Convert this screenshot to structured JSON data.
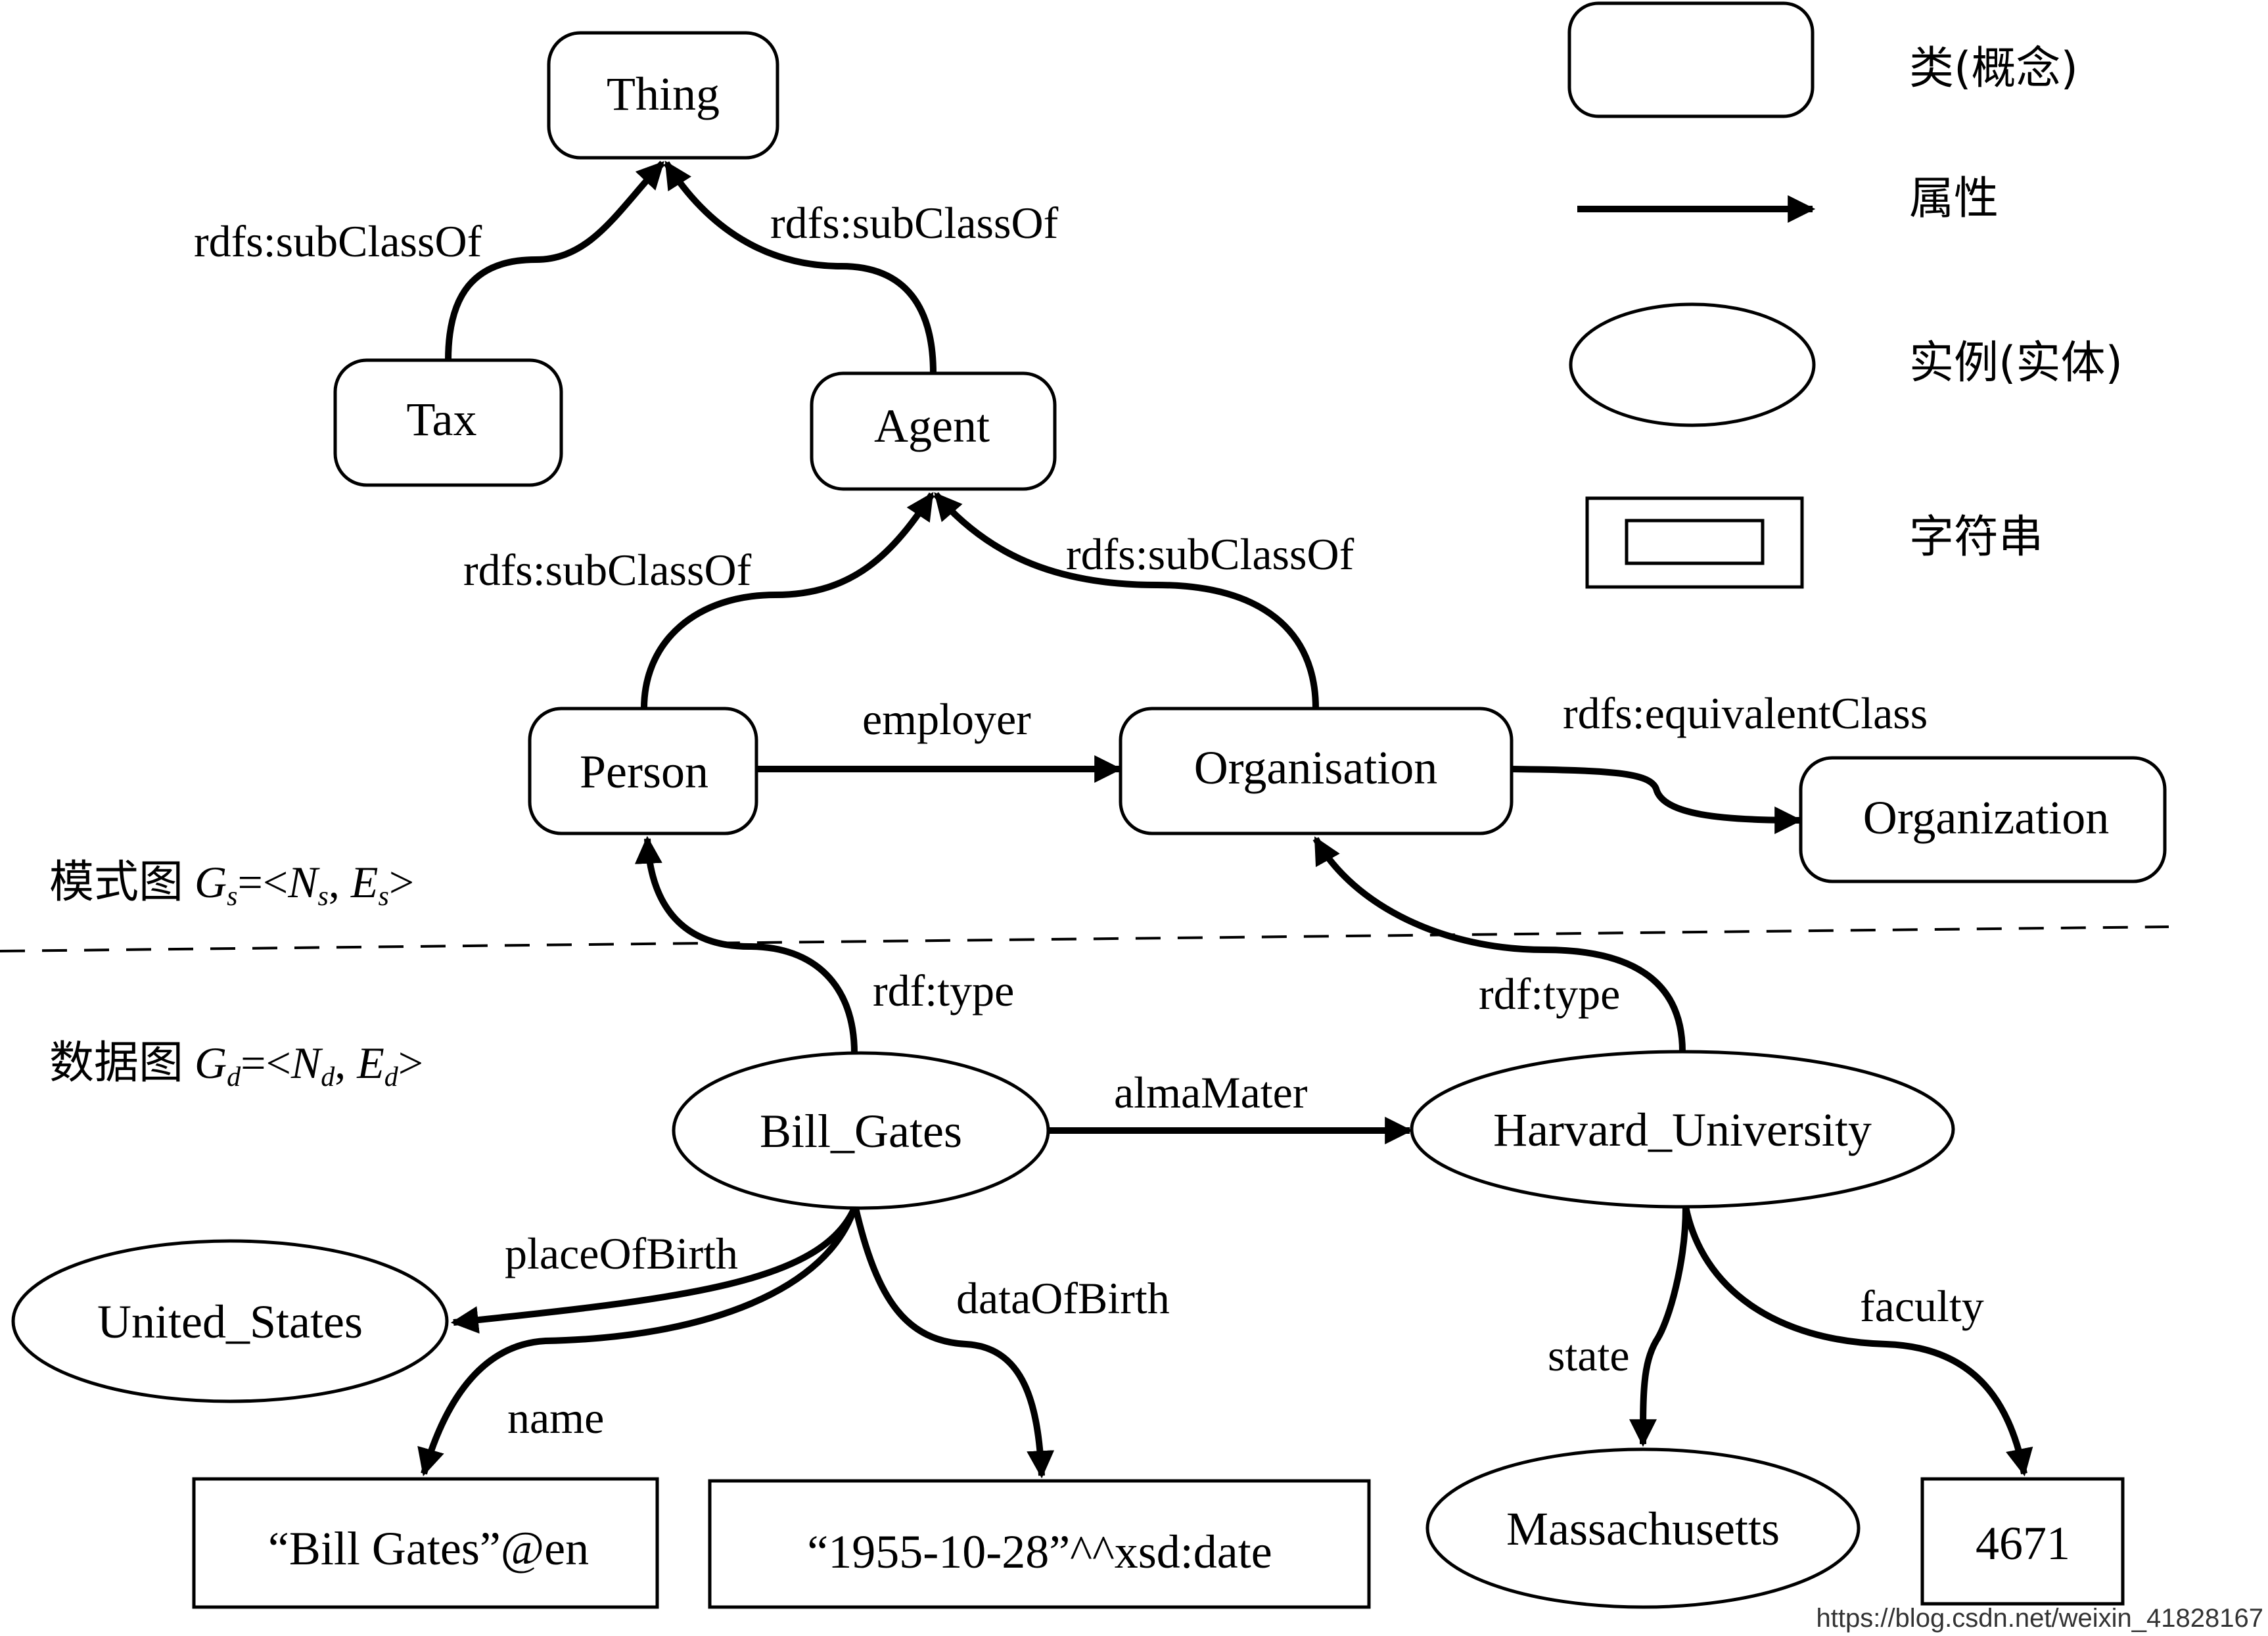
{
  "nodes": {
    "thing": "Thing",
    "tax": "Tax",
    "agent": "Agent",
    "person": "Person",
    "organisation": "Organisation",
    "organization": "Organization",
    "bill_gates": "Bill_Gates",
    "harvard": "Harvard_University",
    "united_states": "United_States",
    "massachusetts": "Massachusetts",
    "name_literal": "“Bill Gates”@en",
    "date_literal": "“1955-10-28”^^xsd:date",
    "faculty_literal": "4671"
  },
  "edges": {
    "tax_subclass": "rdfs:subClassOf",
    "agent_subclass": "rdfs:subClassOf",
    "person_subclass": "rdfs:subClassOf",
    "organisation_subclass": "rdfs:subClassOf",
    "employer": "employer",
    "equivalent_class": "rdfs:equivalentClass",
    "bill_type": "rdf:type",
    "harvard_type": "rdf:type",
    "alma_mater": "almaMater",
    "place_of_birth": "placeOfBirth",
    "name": "name",
    "date_of_birth": "dataOfBirth",
    "state": "state",
    "faculty": "faculty"
  },
  "legend": {
    "class": "类(概念)",
    "property": "属性",
    "instance": "实例(实体)",
    "string": "字符串"
  },
  "schema_graph": {
    "prefix": "模式图 ",
    "g": "G",
    "g_sub": "s",
    "eq": "=<",
    "n": "N",
    "n_sub": "s",
    "comma": ", ",
    "e": "E",
    "e_sub": "s",
    "close": ">"
  },
  "data_graph": {
    "prefix": "数据图 ",
    "g": "G",
    "g_sub": "d",
    "eq": "=<",
    "n": "N",
    "n_sub": "d",
    "comma": ", ",
    "e": "E",
    "e_sub": "d",
    "close": ">"
  },
  "watermark": "https://blog.csdn.net/weixin_41828167"
}
